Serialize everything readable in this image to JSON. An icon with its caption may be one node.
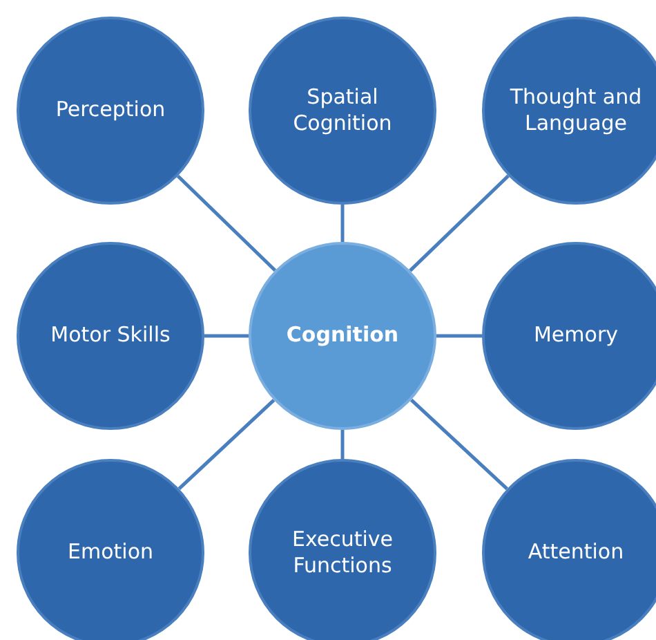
{
  "diagram": {
    "nodes": [
      {
        "text": [
          "Perception"
        ]
      },
      {
        "text": [
          "Spatial Cognition"
        ]
      },
      {
        "text": [
          "Thought and Language"
        ]
      },
      {
        "text": [
          "Motor Skills"
        ]
      },
      {
        "text": [
          "Cognition"
        ]
      },
      {
        "text": [
          "Memory"
        ]
      },
      {
        "text": [
          "Emotion"
        ]
      },
      {
        "text": [
          "Executive Functions"
        ]
      },
      {
        "text": [
          "Attention"
        ]
      }
    ],
    "edges": [
      {
        "from": 4,
        "to": 0,
        "arrow": "none"
      },
      {
        "from": 4,
        "to": 1,
        "arrow": "none"
      },
      {
        "from": 4,
        "to": 2,
        "arrow": "none"
      },
      {
        "from": 4,
        "to": 3,
        "arrow": "none"
      },
      {
        "from": 4,
        "to": 5,
        "arrow": "none"
      },
      {
        "from": 4,
        "to": 6,
        "arrow": "none"
      },
      {
        "from": 4,
        "to": 7,
        "arrow": "none"
      },
      {
        "from": 4,
        "to": 8,
        "arrow": "none"
      }
    ]
  }
}
